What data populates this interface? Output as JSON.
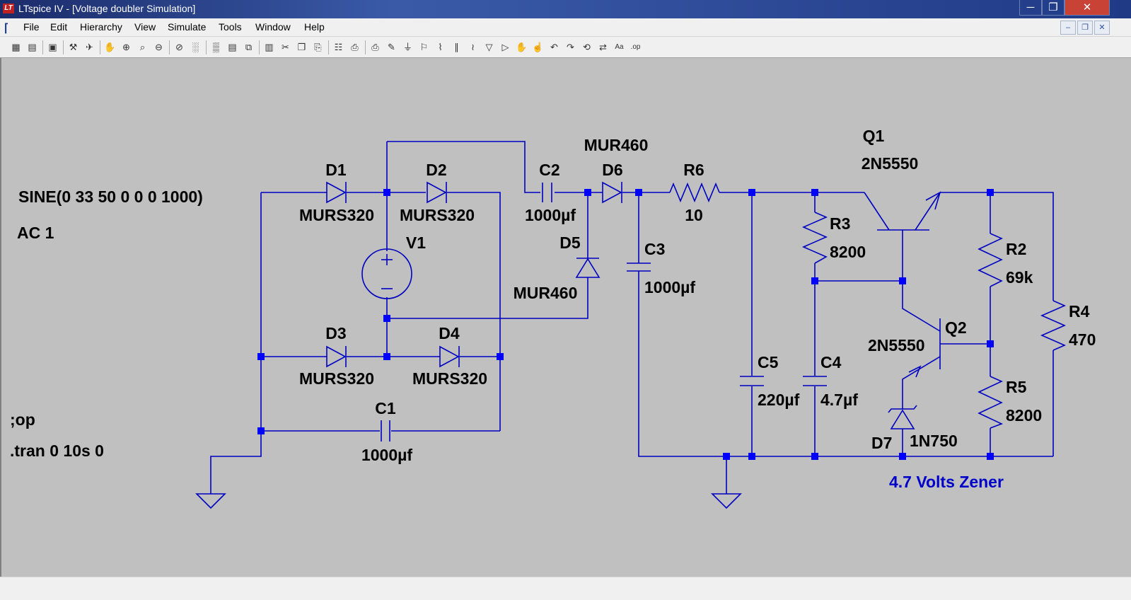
{
  "window": {
    "title": "LTspice IV - [Voltage doubler Simulation]",
    "app_icon": "LT",
    "minimize": "─",
    "maximize": "❐",
    "close": "✕"
  },
  "menu": {
    "items": [
      "File",
      "Edit",
      "Hierarchy",
      "View",
      "Simulate",
      "Tools",
      "Window",
      "Help"
    ],
    "mdi_minimize": "–",
    "mdi_restore": "❐",
    "mdi_close": "✕"
  },
  "toolbar": {
    "buttons": [
      {
        "icon": "new-schematic-icon",
        "glyph": "▦"
      },
      {
        "icon": "open-icon",
        "glyph": "▤"
      },
      {
        "icon": "save-icon",
        "glyph": "▣"
      },
      {
        "icon": "control-panel-icon",
        "glyph": "⚒"
      },
      {
        "icon": "run-icon",
        "glyph": "✈"
      },
      {
        "icon": "halt-icon",
        "glyph": "✋"
      },
      {
        "icon": "zoom-in-icon",
        "glyph": "⊕"
      },
      {
        "icon": "zoom-pan-icon",
        "glyph": "⌕"
      },
      {
        "icon": "zoom-out-icon",
        "glyph": "⊖"
      },
      {
        "icon": "zoom-fit-icon",
        "glyph": "⊘"
      },
      {
        "icon": "autorange-icon",
        "glyph": "░"
      },
      {
        "icon": "grid-icon",
        "glyph": "▒"
      },
      {
        "icon": "tile-horizontal-icon",
        "glyph": "▤"
      },
      {
        "icon": "cascade-icon",
        "glyph": "⧉"
      },
      {
        "icon": "tile-vertical-icon",
        "glyph": "▥"
      },
      {
        "icon": "cut-icon",
        "glyph": "✂"
      },
      {
        "icon": "copy-icon",
        "glyph": "❐"
      },
      {
        "icon": "paste-icon",
        "glyph": "⎘"
      },
      {
        "icon": "find-icon",
        "glyph": "☷"
      },
      {
        "icon": "print-preview-icon",
        "glyph": "⎙"
      },
      {
        "icon": "print-icon",
        "glyph": "⎙"
      },
      {
        "icon": "draw-wire-icon",
        "glyph": "✎"
      },
      {
        "icon": "ground-icon",
        "glyph": "⏚"
      },
      {
        "icon": "label-net-icon",
        "glyph": "⚐"
      },
      {
        "icon": "resistor-icon",
        "glyph": "⌇"
      },
      {
        "icon": "capacitor-icon",
        "glyph": "∥"
      },
      {
        "icon": "inductor-icon",
        "glyph": "≀"
      },
      {
        "icon": "diode-icon",
        "glyph": "▽"
      },
      {
        "icon": "component-icon",
        "glyph": "▷"
      },
      {
        "icon": "move-icon",
        "glyph": "✋"
      },
      {
        "icon": "drag-icon",
        "glyph": "☝"
      },
      {
        "icon": "undo-icon",
        "glyph": "↶"
      },
      {
        "icon": "redo-icon",
        "glyph": "↷"
      },
      {
        "icon": "rotate-icon",
        "glyph": "⟲"
      },
      {
        "icon": "mirror-icon",
        "glyph": "⇄"
      },
      {
        "icon": "text-icon",
        "glyph": "Aa"
      },
      {
        "icon": "spice-directive-icon",
        "glyph": ".op"
      }
    ]
  },
  "schematic": {
    "directives": {
      "source_value": "SINE(0 33 50 0 0 0 1000)",
      "ac": "AC 1",
      "op": ";op",
      "tran": ".tran 0 10s 0"
    },
    "components": {
      "D1": {
        "name": "D1",
        "value": "MURS320"
      },
      "D2": {
        "name": "D2",
        "value": "MURS320"
      },
      "D3": {
        "name": "D3",
        "value": "MURS320"
      },
      "D4": {
        "name": "D4",
        "value": "MURS320"
      },
      "D5": {
        "name": "D5",
        "value": "MUR460"
      },
      "D6": {
        "name": "D6",
        "value": "MUR460"
      },
      "D7": {
        "name": "D7",
        "value": "1N750"
      },
      "V1": {
        "name": "V1"
      },
      "C1": {
        "name": "C1",
        "value": "1000µf"
      },
      "C2": {
        "name": "C2",
        "value": "1000µf"
      },
      "C3": {
        "name": "C3",
        "value": "1000µf"
      },
      "C4": {
        "name": "C4",
        "value": "4.7µf"
      },
      "C5": {
        "name": "C5",
        "value": "220µf"
      },
      "R2": {
        "name": "R2",
        "value": "69k"
      },
      "R3": {
        "name": "R3",
        "value": "8200"
      },
      "R4": {
        "name": "R4",
        "value": "470"
      },
      "R5": {
        "name": "R5",
        "value": "8200"
      },
      "R6": {
        "name": "R6",
        "value": "10"
      },
      "Q1": {
        "name": "Q1",
        "value": "2N5550"
      },
      "Q2": {
        "name": "Q2",
        "value": "2N5550"
      }
    },
    "comment": "4.7 Volts Zener",
    "colors": {
      "wire": "#0000c0",
      "junction": "#0000ff",
      "text": "#000000",
      "comment": "#0000c8",
      "background": "#c0c0c0"
    }
  }
}
